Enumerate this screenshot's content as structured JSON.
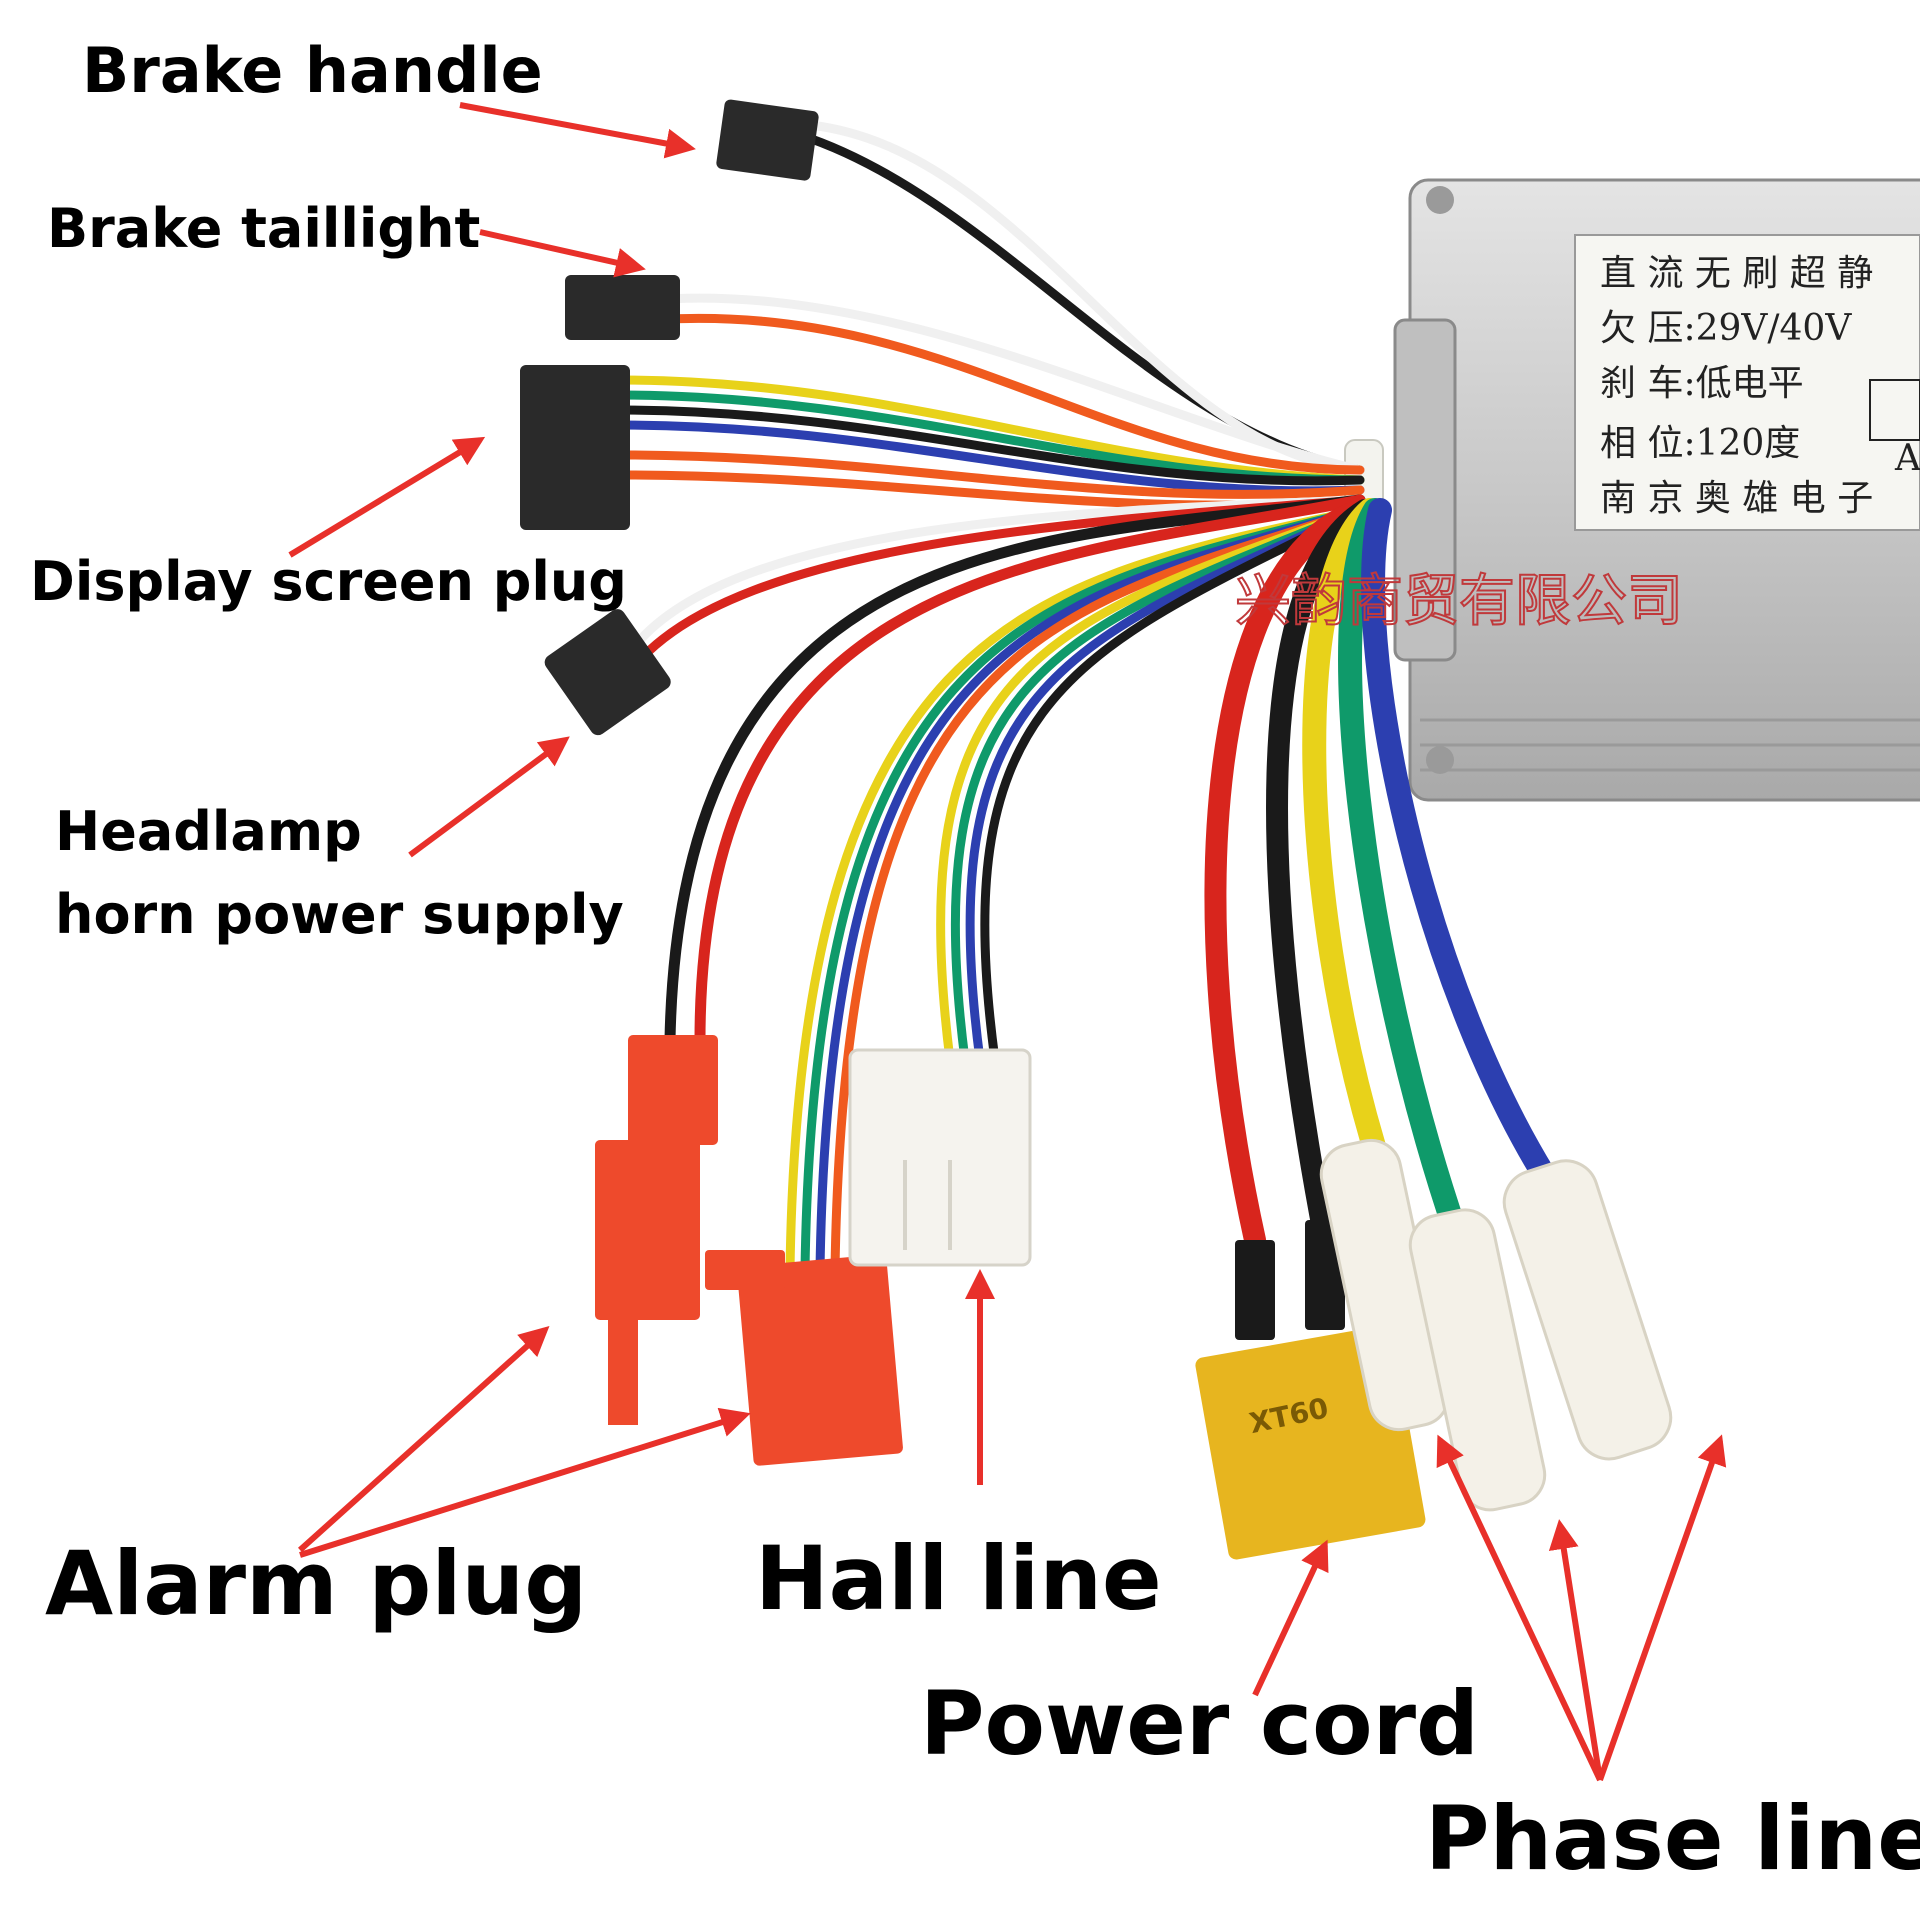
{
  "labels": {
    "brake_handle": "Brake handle",
    "brake_taillight": "Brake taillight",
    "display_screen_plug": "Display screen plug",
    "headlamp_line1": "Headlamp",
    "headlamp_line2": "horn power supply",
    "alarm_plug": "Alarm plug",
    "hall_line": "Hall line",
    "power_cord": "Power cord",
    "phase_line": "Phase line"
  },
  "controller_sticker": {
    "line1": "直 流 无 刷 超 静",
    "line2": "欠 压:29V/40V",
    "line3": "刹 车:低电平",
    "line4": "相 位:120度",
    "line5": "南 京 奥 雄 电 子",
    "side_letter": "A"
  },
  "watermark": "兴韵商贸有限公司",
  "xt60_marking": "XT60",
  "colors": {
    "arrow": "#e8302a",
    "red_wire": "#d8251d",
    "black_wire": "#1a1a1a",
    "yellow_wire": "#e8d21a",
    "green_wire": "#0f9a6a",
    "blue_wire": "#2c3fb0",
    "orange_wire": "#f05a1e",
    "white_wire": "#f0f0f0",
    "connector_red": "#ee4a2c",
    "connector_yellow": "#e7b51f"
  }
}
